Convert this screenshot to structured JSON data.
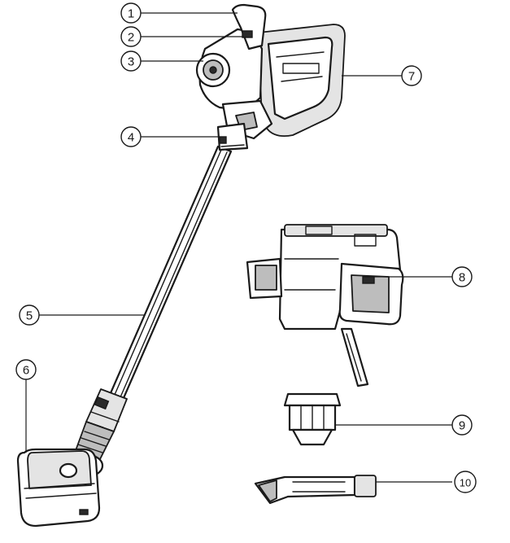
{
  "callouts": [
    {
      "label": "1"
    },
    {
      "label": "2"
    },
    {
      "label": "3"
    },
    {
      "label": "4"
    },
    {
      "label": "5"
    },
    {
      "label": "6"
    },
    {
      "label": "7"
    },
    {
      "label": "8"
    },
    {
      "label": "9"
    },
    {
      "label": "10"
    }
  ],
  "colors": {
    "line": "#1a1a1a",
    "fill_light": "#e4e4e4",
    "fill_mid": "#bdbdbd",
    "fill_dark": "#8c8c8c"
  }
}
